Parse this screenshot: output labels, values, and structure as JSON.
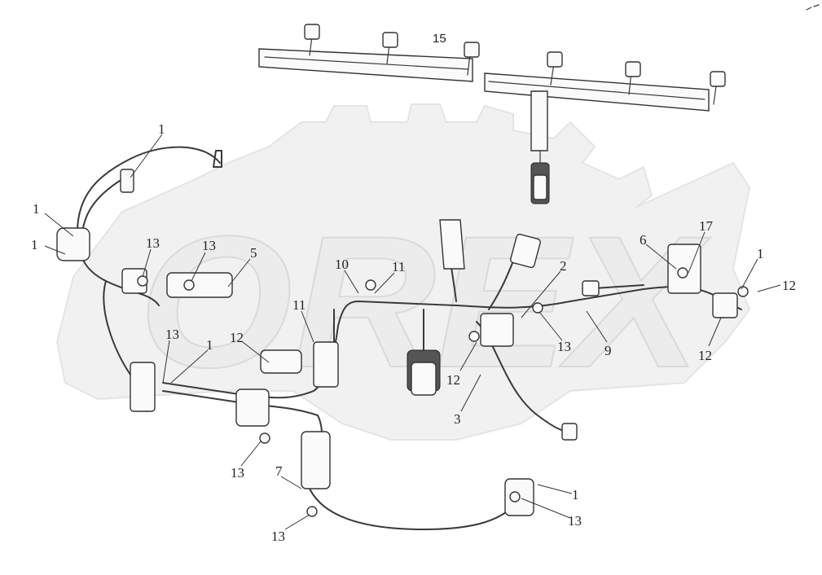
{
  "watermark": {
    "text": "OREX"
  },
  "callouts": [
    {
      "id": "c15",
      "text": "15"
    },
    {
      "id": "c1a",
      "text": "1"
    },
    {
      "id": "c1b",
      "text": "1"
    },
    {
      "id": "c1c",
      "text": "1"
    },
    {
      "id": "c13a",
      "text": "13"
    },
    {
      "id": "c13b",
      "text": "13"
    },
    {
      "id": "c5",
      "text": "5"
    },
    {
      "id": "c10",
      "text": "10"
    },
    {
      "id": "c11a",
      "text": "11"
    },
    {
      "id": "c11b",
      "text": "11"
    },
    {
      "id": "c2",
      "text": "2"
    },
    {
      "id": "c6",
      "text": "6"
    },
    {
      "id": "c17",
      "text": "17"
    },
    {
      "id": "c1d",
      "text": "1"
    },
    {
      "id": "c12a",
      "text": "12"
    },
    {
      "id": "c13c",
      "text": "13"
    },
    {
      "id": "c1e",
      "text": "1"
    },
    {
      "id": "c12b",
      "text": "12"
    },
    {
      "id": "c13d",
      "text": "13"
    },
    {
      "id": "c9",
      "text": "9"
    },
    {
      "id": "c12c",
      "text": "12"
    },
    {
      "id": "c12d",
      "text": "12"
    },
    {
      "id": "c3",
      "text": "3"
    },
    {
      "id": "c13e",
      "text": "13"
    },
    {
      "id": "c7",
      "text": "7"
    },
    {
      "id": "c1f",
      "text": "1"
    },
    {
      "id": "c13f",
      "text": "13"
    },
    {
      "id": "c13g",
      "text": "13"
    }
  ]
}
